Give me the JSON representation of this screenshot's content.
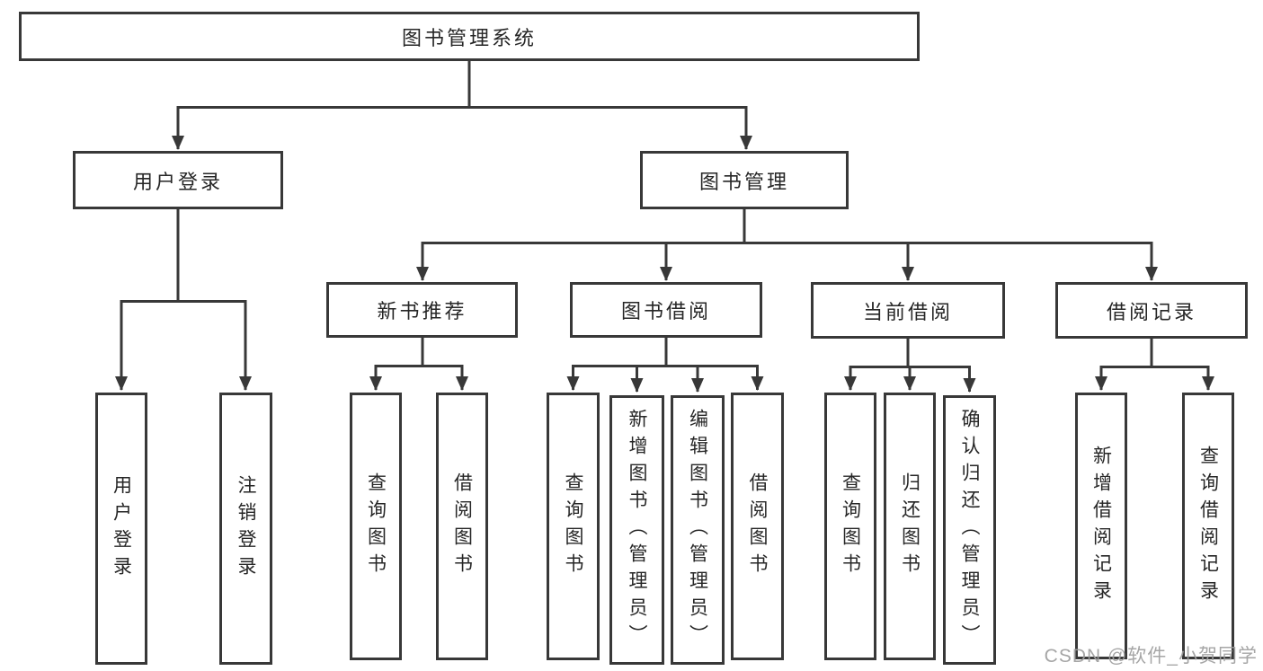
{
  "colors": {
    "line": "#383838",
    "box_border": "#383838",
    "text": "#262626",
    "background": "#ffffff",
    "watermark": "#9e9e9e"
  },
  "watermark": {
    "text": "CSDN @软件_小贺同学"
  },
  "tree": {
    "root": {
      "label": "图书管理系统"
    },
    "branches": [
      {
        "label": "用户登录",
        "children": [
          {
            "label": "用户登录"
          },
          {
            "label": "注销登录"
          }
        ]
      },
      {
        "label": "图书管理",
        "groups": [
          {
            "label": "新书推荐",
            "children": [
              {
                "label": "查询图书"
              },
              {
                "label": "借阅图书"
              }
            ]
          },
          {
            "label": "图书借阅",
            "children": [
              {
                "label": "查询图书"
              },
              {
                "label": "新增图书（管理员）"
              },
              {
                "label": "编辑图书（管理员）"
              },
              {
                "label": "借阅图书"
              }
            ]
          },
          {
            "label": "当前借阅",
            "children": [
              {
                "label": "查询图书"
              },
              {
                "label": "归还图书"
              },
              {
                "label": "确认归还（管理员）"
              }
            ]
          },
          {
            "label": "借阅记录",
            "children": [
              {
                "label": "新增借阅记录"
              },
              {
                "label": "查询借阅记录"
              }
            ]
          }
        ]
      }
    ]
  }
}
